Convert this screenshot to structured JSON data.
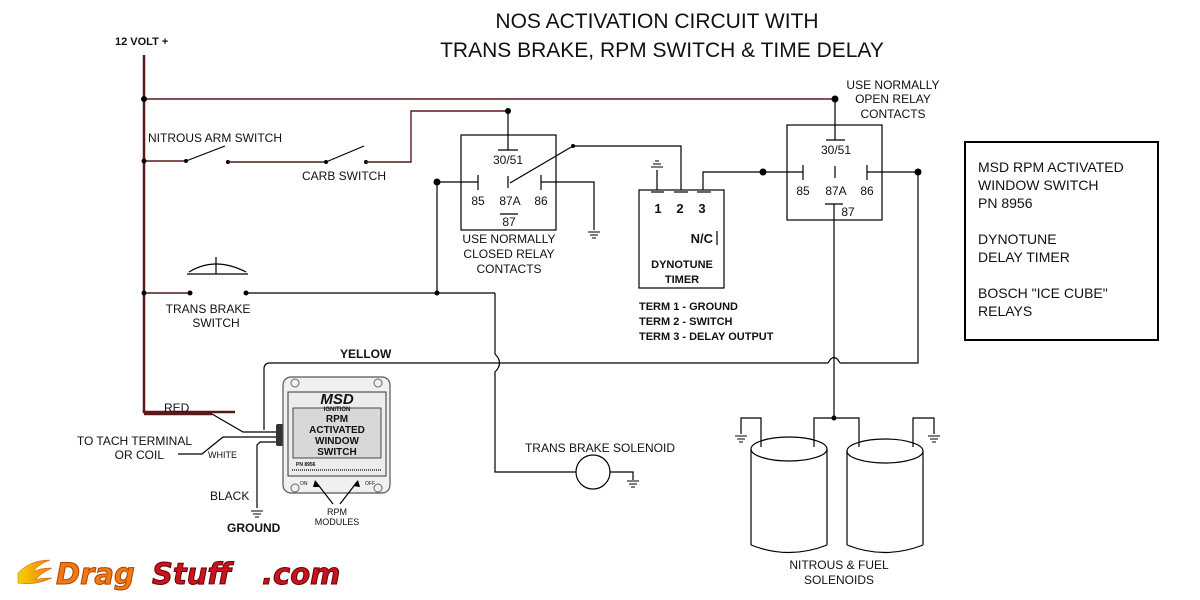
{
  "title": {
    "line1": "NOS ACTIVATION CIRCUIT WITH",
    "line2": "TRANS BRAKE, RPM SWITCH & TIME DELAY"
  },
  "power_label": "12 VOLT +",
  "switches": {
    "nitrous_arm": "NITROUS ARM SWITCH",
    "carb": "CARB SWITCH",
    "trans_brake_line1": "TRANS BRAKE",
    "trans_brake_line2": "SWITCH"
  },
  "relay_nc": {
    "pin_30": "30/51",
    "pin_85": "85",
    "pin_87a": "87A",
    "pin_86": "86",
    "pin_87": "87",
    "note_line1": "USE NORMALLY",
    "note_line2": "CLOSED RELAY",
    "note_line3": "CONTACTS"
  },
  "relay_no": {
    "pin_30": "30/51",
    "pin_85": "85",
    "pin_87a": "87A",
    "pin_86": "86",
    "pin_87": "87",
    "note_line1": "USE NORMALLY",
    "note_line2": "OPEN RELAY",
    "note_line3": "CONTACTS"
  },
  "timer": {
    "term1": "1",
    "term2": "2",
    "term3": "3",
    "nc": "N/C",
    "name_line1": "DYNOTUNE",
    "name_line2": "TIMER",
    "legend": [
      "TERM 1 - GROUND",
      "TERM 2 - SWITCH",
      "TERM 3 - DELAY OUTPUT"
    ]
  },
  "parts_box": {
    "lines": [
      "MSD RPM ACTIVATED",
      "WINDOW SWITCH",
      "PN 8956",
      "",
      "DYNOTUNE",
      "DELAY TIMER",
      "",
      "BOSCH \"ICE CUBE\"",
      "RELAYS"
    ]
  },
  "msd_module": {
    "brand": "MSD",
    "sub": "IGNITION",
    "line1": "RPM",
    "line2": "ACTIVATED",
    "line3": "WINDOW",
    "line4": "SWITCH",
    "pn": "PN 8956",
    "on": "ON",
    "off": "OFF"
  },
  "wires": {
    "yellow": "YELLOW",
    "red": "RED",
    "white": "WHITE",
    "black": "BLACK",
    "tach_line1": "TO TACH TERMINAL",
    "tach_line2": "OR COIL",
    "ground": "GROUND",
    "rpm_modules_line1": "RPM",
    "rpm_modules_line2": "MODULES"
  },
  "trans_brake_solenoid": "TRANS BRAKE SOLENOID",
  "solenoids": {
    "line1": "NITROUS & FUEL",
    "line2": "SOLENOIDS"
  },
  "logo": {
    "part1": "Drag",
    "part2": "Stuff",
    "part3": ".com",
    "color_orange": "#f07a12",
    "color_red": "#c8141e"
  }
}
